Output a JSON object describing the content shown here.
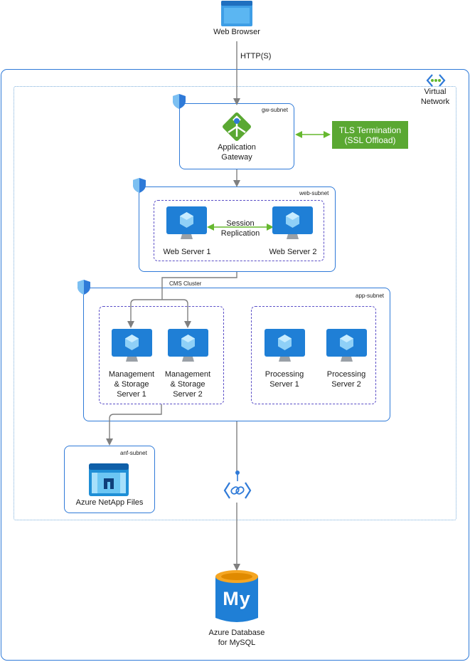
{
  "nodes": {
    "browser": "Web Browser",
    "http": "HTTP(S)",
    "vnet_line1": "Virtual",
    "vnet_line2": "Network",
    "gw_subnet": "gw-subnet",
    "app_gw_line1": "Application",
    "app_gw_line2": "Gateway",
    "tls_line1": "TLS Termination",
    "tls_line2": "(SSL Offload)",
    "web_subnet": "web-subnet",
    "session_line1": "Session",
    "session_line2": "Replication",
    "web1": "Web Server 1",
    "web2": "Web Server 2",
    "cms_cluster": "CMS Cluster",
    "app_subnet": "app-subnet",
    "mgmt1_line1": "Management",
    "mgmt1_line2": "& Storage",
    "mgmt1_line3": "Server 1",
    "mgmt2_line1": "Management",
    "mgmt2_line2": "& Storage",
    "mgmt2_line3": "Server 2",
    "proc1_line1": "Processing",
    "proc1_line2": "Server 1",
    "proc2_line1": "Processing",
    "proc2_line2": "Server 2",
    "anf_subnet": "anf-subnet",
    "anf": "Azure NetApp Files",
    "mysql_line1": "Azure Database",
    "mysql_line2": "for MySQL",
    "mysql_logo": "My"
  },
  "colors": {
    "azure_blue": "#2f7ad8",
    "green": "#66b82f",
    "purple_dash": "#5b4fc7",
    "arrow_gray": "#7f7f7f"
  },
  "icons": [
    "browser-icon",
    "application-gateway-icon",
    "virtual-machine-icon",
    "shield-icon",
    "virtual-network-icon",
    "netapp-files-icon",
    "private-link-icon",
    "mysql-database-icon"
  ]
}
